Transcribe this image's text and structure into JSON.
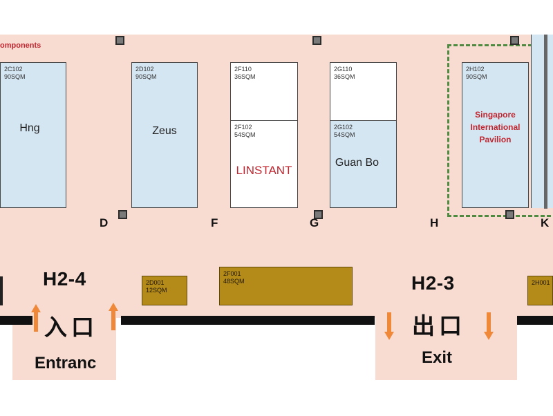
{
  "header_fragment": "omponents",
  "booths": [
    {
      "code": "2C102",
      "size": "90SQM",
      "name": "Hng"
    },
    {
      "code": "2D102",
      "size": "90SQM",
      "name": "Zeus"
    },
    {
      "code": "2F110",
      "size": "36SQM",
      "name": ""
    },
    {
      "code": "2F102",
      "size": "54SQM",
      "name": "LINSTANT"
    },
    {
      "code": "2G110",
      "size": "36SQM",
      "name": ""
    },
    {
      "code": "2G102",
      "size": "54SQM",
      "name": "Guan Bo"
    },
    {
      "code": "2H102",
      "size": "90SQM",
      "name": "Singapore International Pavilion"
    }
  ],
  "lower_booths": [
    {
      "code": "2D001",
      "size": "12SQM"
    },
    {
      "code": "2F001",
      "size": "48SQM"
    },
    {
      "code": "2H001",
      "size": ""
    }
  ],
  "aisles": [
    "D",
    "F",
    "G",
    "H",
    "K"
  ],
  "halls": [
    {
      "name": "H2-4",
      "chinese": "入口",
      "english": "Entranc"
    },
    {
      "name": "H2-3",
      "chinese": "出口",
      "english": "Exit"
    }
  ],
  "colors": {
    "floor": "#f8dcd2",
    "booth_blue": "#d5e6f3",
    "booth_gold": "#b48a18",
    "arrow": "#f0883a",
    "highlight_text": "#c0262f",
    "pavilion_border": "#4e8a40"
  }
}
